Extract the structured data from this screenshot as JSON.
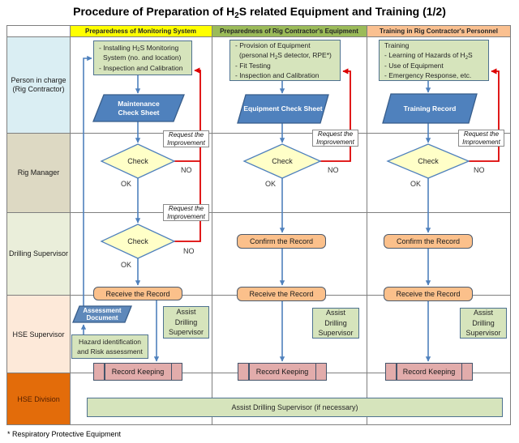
{
  "title": {
    "pre": "Procedure of Preparation of H",
    "sub": "2",
    "post": "S related Equipment and Training (1/2)"
  },
  "footnote": "* Respiratory Protective Equipment",
  "lanes": [
    {
      "line1": "Person in charge",
      "line2": "(Rig Contractor)"
    },
    {
      "line1": "Rig Manager"
    },
    {
      "line1": "Drilling Supervisor"
    },
    {
      "line1": "HSE Supervisor"
    },
    {
      "line1": "HSE Division"
    }
  ],
  "labels": {
    "check": "Check",
    "ok": "OK",
    "no": "NO",
    "request_line1": "Request the",
    "request_line2": "Improvement",
    "confirm_record": "Confirm the Record",
    "receive_record": "Receive the Record",
    "record_keeping": "Record Keeping",
    "assist_line1": "Assist",
    "assist_line2": "Drilling",
    "assist_line3": "Supervisor",
    "assist_if_necessary": "Assist Drilling Supervisor (if necessary)"
  },
  "columns": [
    {
      "header": "Preparedness of Monitoring System",
      "task": {
        "l1pre": "- Installing H",
        "l1sub": "2",
        "l1post": "S Monitoring",
        "l2": "System (no. and location)",
        "l3": "- Inspection and Calibration"
      },
      "doc": {
        "line1": "Maintenance",
        "line2": "Check Sheet"
      }
    },
    {
      "header": "Preparedness of Rig Contractor's Equipment",
      "task": {
        "l1": "- Provision of Equipment",
        "l2pre": "(personal H",
        "l2sub": "2",
        "l2post": "S detector, RPE*)",
        "l3": "- Fit Testing",
        "l4": "- Inspection and Calibration"
      },
      "doc": {
        "line1": "Equipment Check Sheet"
      }
    },
    {
      "header": "Training in Rig Contractor's Personnel",
      "task": {
        "l1": "Training",
        "l2pre": "- Learning of Hazards of H",
        "l2sub": "2",
        "l2post": "S",
        "l3": "- Use of Equipment",
        "l4": "- Emergency Response, etc."
      },
      "doc": {
        "line1": "Training Record"
      }
    }
  ],
  "hse": {
    "assessment_line1": "Assessment",
    "assessment_line2": "Document",
    "hazard_line1": "Hazard identification",
    "hazard_line2": "and Risk assessment"
  },
  "colors": {
    "accent_blue": "#4f81bd",
    "accent_red": "#dd0000",
    "header_yellow": "#ffff00",
    "header_green": "#9bbb59",
    "header_peach": "#fac090",
    "lane_person_in_charge": "#daeef3",
    "lane_rig_manager": "#ddd9c3",
    "lane_drilling_supervisor": "#eaeeda",
    "lane_hse_supervisor": "#fde9d9",
    "lane_hse_division": "#e36c0a"
  }
}
